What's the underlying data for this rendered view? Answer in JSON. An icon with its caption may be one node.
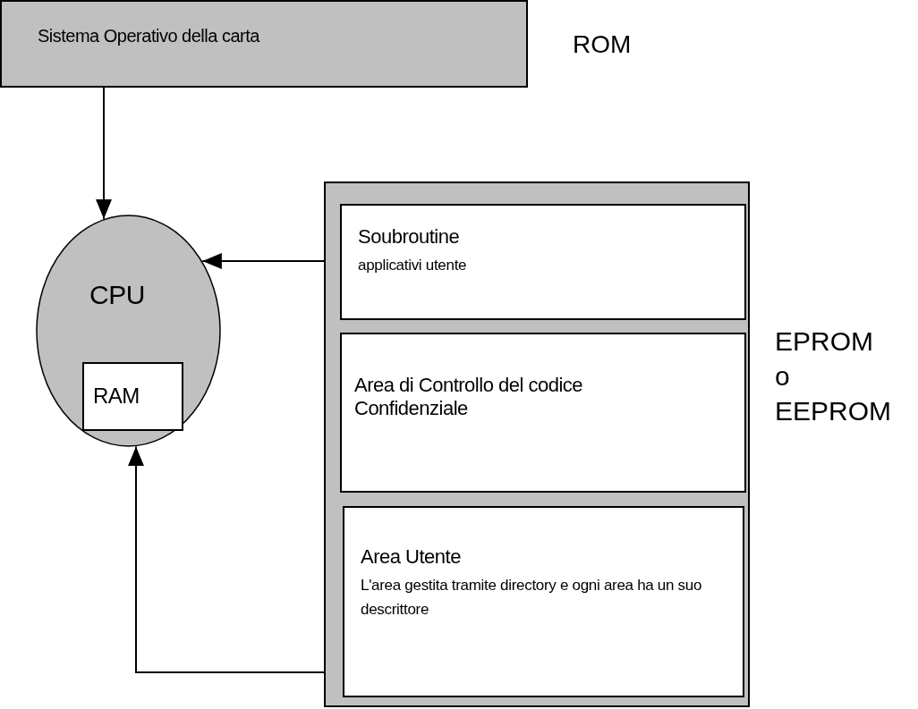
{
  "diagram": {
    "nodes": [
      {
        "text": [
          "Sistema Operativo della carta"
        ],
        "beside": [
          "ROM"
        ]
      },
      {
        "text": [
          "CPU"
        ]
      },
      {
        "text": [
          "RAM"
        ],
        "in": 1
      },
      {
        "text": [],
        "shape": "box",
        "beside": [
          "EPROM o EEPROM"
        ]
      },
      {
        "text": [
          "Soubroutine",
          "applicativi utente"
        ],
        "in": 3
      },
      {
        "text": [
          "Area di Controllo del codice Confidenziale"
        ],
        "in": 3
      },
      {
        "text": [
          "Area Utente",
          "L'area gestita tramite directory e ogni area ha un suo descrittore"
        ],
        "in": 3
      }
    ],
    "edges": [
      {
        "from": 0,
        "to": 1,
        "arrow": "to"
      },
      {
        "from": 4,
        "to": 1,
        "arrow": "to"
      },
      {
        "from": 6,
        "to": 1,
        "arrow": "to"
      }
    ]
  }
}
